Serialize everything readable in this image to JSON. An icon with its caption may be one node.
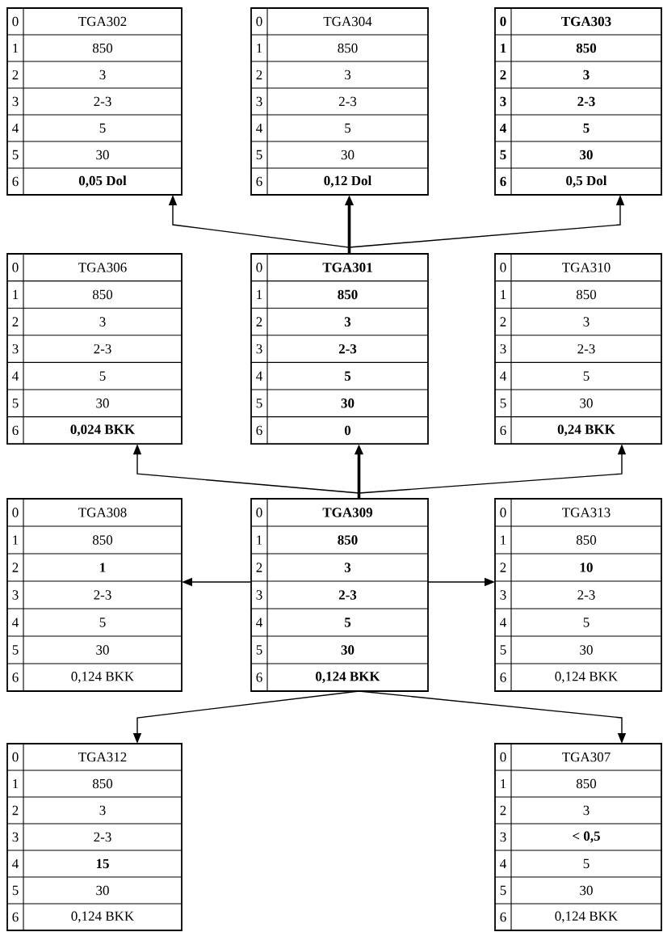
{
  "diagram": {
    "nodes": [
      {
        "text": [
          "0",
          "TGA302",
          "1",
          "850",
          "2",
          "3",
          "3",
          "2-3",
          "4",
          "5",
          "5",
          "30",
          "6",
          "**0,05 Dol**"
        ]
      },
      {
        "text": [
          "0",
          "TGA304",
          "1",
          "850",
          "2",
          "3",
          "3",
          "2-3",
          "4",
          "5",
          "5",
          "30",
          "6",
          "**0,12 Dol**"
        ]
      },
      {
        "text": [
          "**0**",
          "**TGA303**",
          "**1**",
          "**850**",
          "**2**",
          "**3**",
          "**3**",
          "**2-3**",
          "**4**",
          "**5**",
          "**5**",
          "**30**",
          "**6**",
          "**0,5 Dol**"
        ]
      },
      {
        "text": [
          "0",
          "TGA306",
          "1",
          "850",
          "2",
          "3",
          "3",
          "2-3",
          "4",
          "5",
          "5",
          "30",
          "6",
          "**0,024 BKK**"
        ]
      },
      {
        "text": [
          "0",
          "**TGA301**",
          "1",
          "**850**",
          "2",
          "**3**",
          "3",
          "**2-3**",
          "4",
          "**5**",
          "5",
          "**30**",
          "6",
          "**0**"
        ]
      },
      {
        "text": [
          "0",
          "TGA310",
          "1",
          "850",
          "2",
          "3",
          "3",
          "2-3",
          "4",
          "5",
          "5",
          "30",
          "6",
          "**0,24 BKK**"
        ]
      },
      {
        "text": [
          "0",
          "TGA308",
          "1",
          "850",
          "2",
          "**1**",
          "3",
          "2-3",
          "4",
          "5",
          "5",
          "30",
          "6",
          "0,124 BKK"
        ]
      },
      {
        "text": [
          "0",
          "**TGA309**",
          "1",
          "**850**",
          "2",
          "**3**",
          "3",
          "**2-3**",
          "4",
          "**5**",
          "5",
          "**30**",
          "6",
          "**0,124 BKK**"
        ]
      },
      {
        "text": [
          "0",
          "TGA313",
          "1",
          "850",
          "2",
          "**10**",
          "3",
          "2-3",
          "4",
          "5",
          "5",
          "30",
          "6",
          "0,124 BKK"
        ]
      },
      {
        "text": [
          "0",
          "TGA312",
          "1",
          "850",
          "2",
          "3",
          "3",
          "2-3",
          "4",
          "**15**",
          "5",
          "30",
          "6",
          "0,124 BKK"
        ]
      },
      {
        "text": [
          "0",
          "TGA307",
          "1",
          "850",
          "2",
          "3",
          "3",
          "**< 0,5**",
          "4",
          "5",
          "5",
          "30",
          "6",
          "0,124 BKK"
        ]
      }
    ],
    "edges": [
      {
        "from": 4,
        "to": 0,
        "arrow": "to"
      },
      {
        "from": 4,
        "to": 1,
        "arrow": "to",
        "style": "thick"
      },
      {
        "from": 4,
        "to": 2,
        "arrow": "to"
      },
      {
        "from": 7,
        "to": 3,
        "arrow": "to"
      },
      {
        "from": 7,
        "to": 4,
        "arrow": "to",
        "style": "thick"
      },
      {
        "from": 7,
        "to": 5,
        "arrow": "to"
      },
      {
        "from": 7,
        "to": 6,
        "arrow": "to"
      },
      {
        "from": 7,
        "to": 8,
        "arrow": "to"
      },
      {
        "from": 7,
        "to": 9,
        "arrow": "to"
      },
      {
        "from": 7,
        "to": 10,
        "arrow": "to"
      }
    ]
  }
}
